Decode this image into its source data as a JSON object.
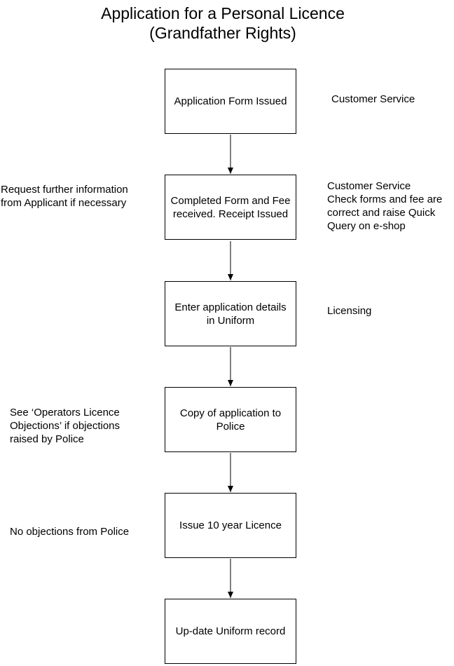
{
  "title": {
    "line1": "Application for a Personal Licence",
    "line2": "(Grandfather Rights)"
  },
  "steps": [
    {
      "label": "Application Form Issued",
      "right_note": "Customer Service",
      "left_note": ""
    },
    {
      "label": "Completed Form and Fee received. Receipt Issued",
      "right_note": "Customer Service\nCheck forms and fee are correct and raise Quick Query on e-shop",
      "left_note": "Request further information from Applicant if necessary"
    },
    {
      "label": "Enter application details in Uniform",
      "right_note": "Licensing",
      "left_note": ""
    },
    {
      "label": "Copy of application to Police",
      "right_note": "",
      "left_note": "See ‘Operators Licence Objections’ if objections raised by Police"
    },
    {
      "label": "Issue 10 year Licence",
      "right_note": "",
      "left_note": "No objections from Police"
    },
    {
      "label": "Up-date Uniform record",
      "right_note": "",
      "left_note": ""
    }
  ]
}
